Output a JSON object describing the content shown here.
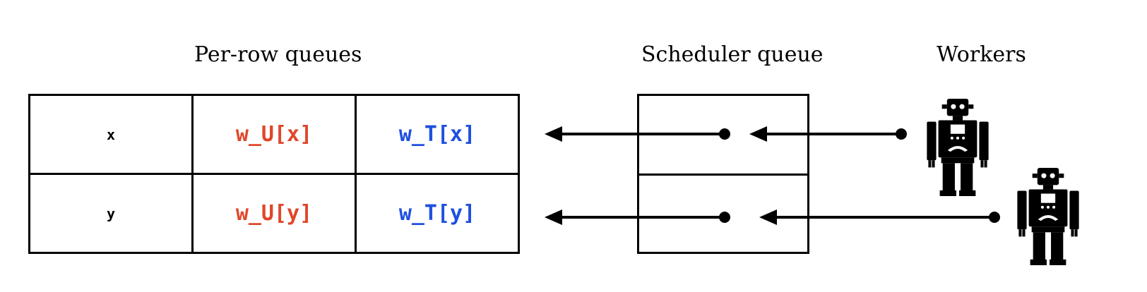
{
  "headings": {
    "rows": "Per-row queues",
    "scheduler": "Scheduler queue",
    "workers": "Workers"
  },
  "colors": {
    "update": "#e0472a",
    "transform": "#1f4fe0",
    "ink": "#000000"
  },
  "rows": [
    {
      "key": "x",
      "update": "w_U[x]",
      "transform": "w_T[x]"
    },
    {
      "key": "y",
      "update": "w_U[y]",
      "transform": "w_T[y]"
    }
  ],
  "workers": [
    {
      "icon": "robot-icon"
    },
    {
      "icon": "robot-icon"
    }
  ]
}
